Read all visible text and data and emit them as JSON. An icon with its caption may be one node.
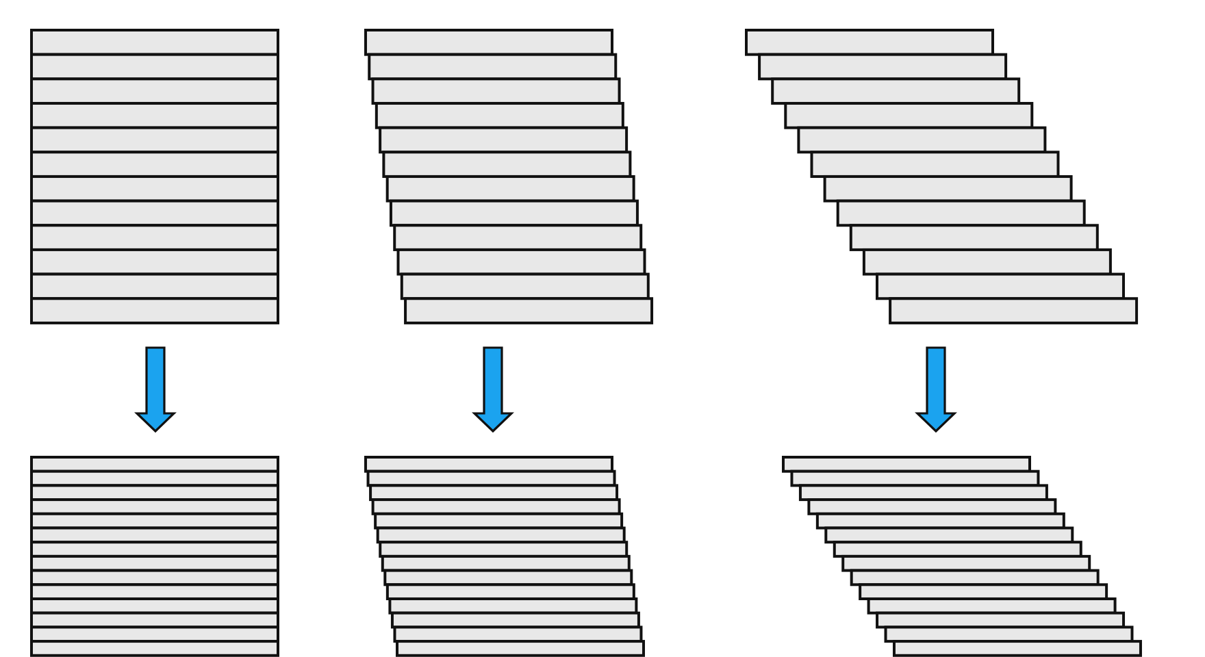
{
  "diagram": {
    "nodes": [
      {
        "text": [],
        "shape": "picture"
      },
      {
        "text": [],
        "shape": "picture"
      },
      {
        "text": [],
        "shape": "picture"
      },
      {
        "text": [],
        "shape": "picture"
      },
      {
        "text": [],
        "shape": "picture"
      },
      {
        "text": [],
        "shape": "picture"
      }
    ],
    "edges": [
      {
        "from": 0,
        "to": 3,
        "arrow": "to"
      },
      {
        "from": 1,
        "to": 4,
        "arrow": "to"
      },
      {
        "from": 2,
        "to": 5,
        "arrow": "to"
      }
    ]
  }
}
